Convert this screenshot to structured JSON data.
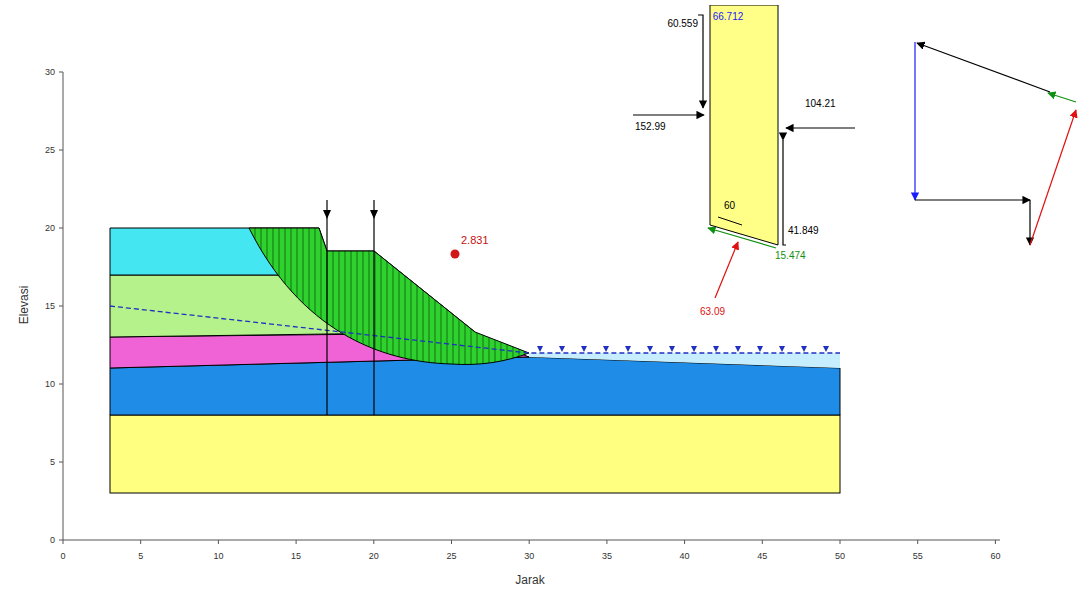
{
  "diagram": {
    "nodes": [
      {
        "text": [
          "66.712",
          "60"
        ]
      }
    ],
    "labels": [
      "2.831",
      "Elevasi",
      "Jarak",
      "0",
      "5",
      "10",
      "15",
      "20",
      "25",
      "30",
      "0",
      "5",
      "10",
      "15",
      "20",
      "25",
      "30",
      "35",
      "40",
      "45",
      "50",
      "55",
      "60",
      "60.559",
      "152.99",
      "104.21",
      "41.849",
      "15.474",
      "63.09"
    ]
  }
}
